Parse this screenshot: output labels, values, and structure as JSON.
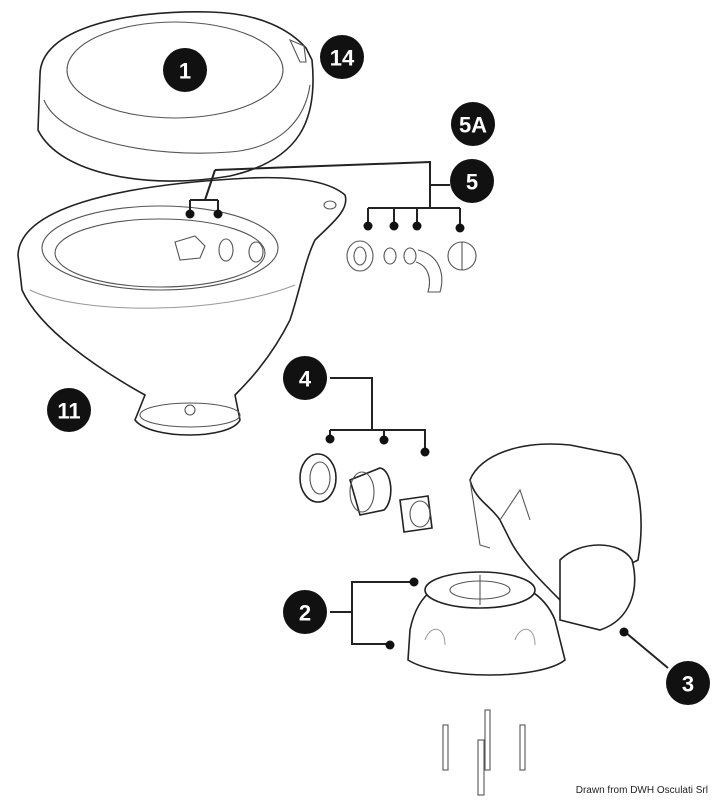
{
  "diagram": {
    "title": "Manual marine toilet exploded view",
    "labels": {
      "lid": "1",
      "hinge": "14",
      "fittings_alt": "5A",
      "fittings": "5",
      "bowl": "11",
      "valve_set": "4",
      "base_gasket": "2",
      "pump": "3"
    },
    "credit": "Drawn from DWH Osculati Srl"
  }
}
